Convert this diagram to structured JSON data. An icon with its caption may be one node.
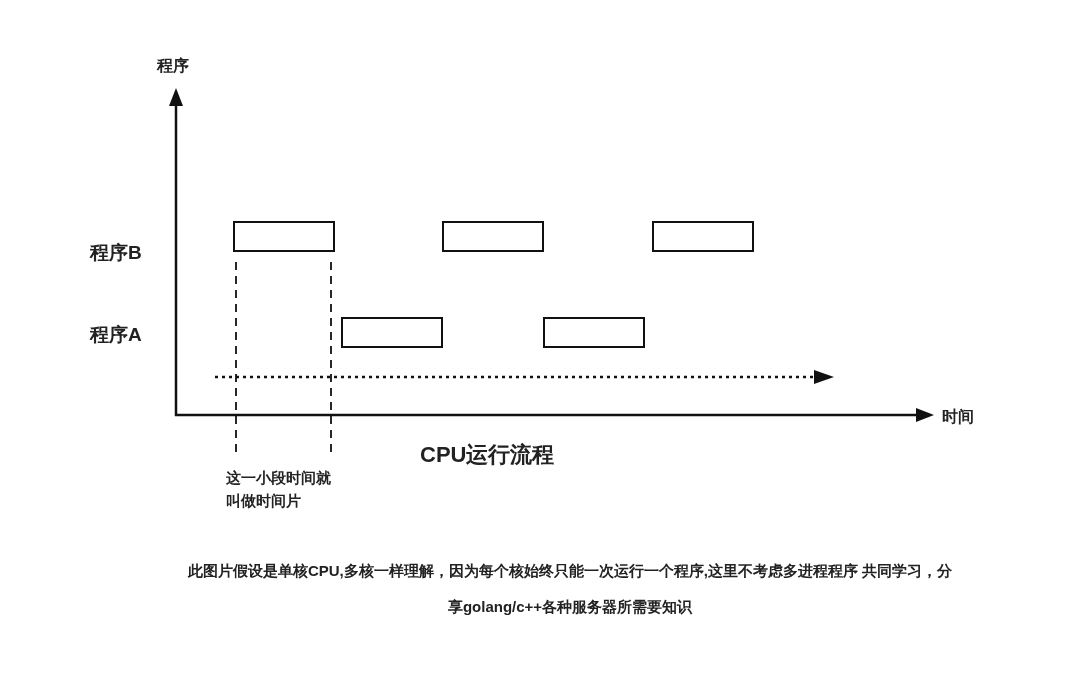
{
  "diagram": {
    "title": "CPU运行流程",
    "nodes": [
      {
        "text": [],
        "shape": "box"
      },
      {
        "text": [],
        "shape": "box"
      },
      {
        "text": [],
        "shape": "box"
      },
      {
        "text": [],
        "shape": "box"
      },
      {
        "text": [],
        "shape": "box"
      }
    ],
    "labels": [
      "程序",
      "程序B",
      "程序A",
      "时间",
      "这一小段时间就叫做时间片",
      "此图片假设是单核CPU,多核一样理解，因为每个核始终只能一次运行一个程序,这里不考虑多进程程序 共同学习，分享golang/c++各种服务器所需要知识"
    ]
  }
}
